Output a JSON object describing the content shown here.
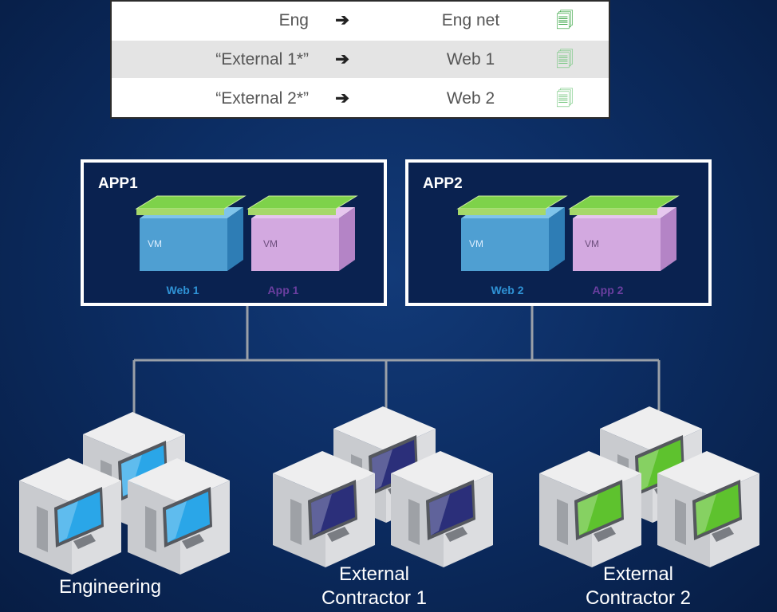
{
  "rules": [
    {
      "source": "Eng",
      "destination": "Eng net",
      "arrow": "➔",
      "icon": "🗐",
      "icon_color": "#1f9a2b"
    },
    {
      "source": "“External 1*”",
      "destination": "Web 1",
      "arrow": "➔",
      "icon": "🗐",
      "icon_color": "#6fc67a"
    },
    {
      "source": "“External 2*”",
      "destination": "Web 2",
      "arrow": "➔",
      "icon": "🗐",
      "icon_color": "#6fc67a"
    }
  ],
  "apps": [
    {
      "title": "APP1",
      "vms": [
        {
          "label": "Web 1",
          "color": "#2f93d6"
        },
        {
          "label": "App 1",
          "color": "#6b3fa0"
        }
      ]
    },
    {
      "title": "APP2",
      "vms": [
        {
          "label": "Web 2",
          "color": "#2f93d6"
        },
        {
          "label": "App 2",
          "color": "#6b3fa0"
        }
      ]
    }
  ],
  "vm_text": "VM",
  "groups": [
    {
      "line1": "Engineering",
      "line2": "",
      "screen": "#2aa6e8"
    },
    {
      "line1": "External",
      "line2": "Contractor 1",
      "screen": "#2b2f7a"
    },
    {
      "line1": "External",
      "line2": "Contractor 2",
      "screen": "#5ec22e"
    }
  ]
}
